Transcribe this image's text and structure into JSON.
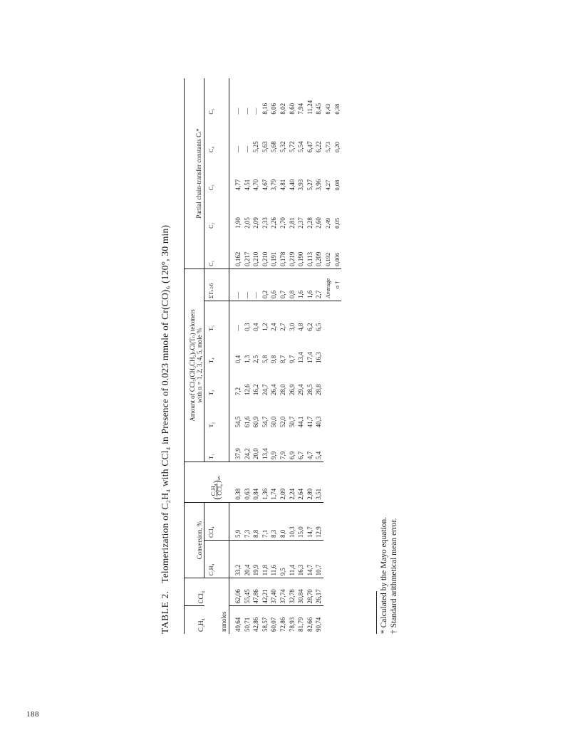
{
  "page_number": "188",
  "title": {
    "label": "TABLE 2.",
    "text": "Telomerization of C₂H₄ with CCl₄ in Presence of 0.023 mmole of Cr(CO)₆ (120°, 30 min)"
  },
  "headers": {
    "c2h4": "C₂H₄",
    "ccl4": "CCl₄",
    "mmoles": "mmoles",
    "conversion": "Conversion, %",
    "conv_c2h4": "C₂H₄",
    "conv_ccl4": "CCl₄",
    "ratio_num": "C₂H₄",
    "ratio_den": "CCl₄",
    "ratio_sub": "av",
    "telomers_line1": "Amount of CCl₃(CH₂CH₂)ₙCl(Tₙ) telomers",
    "telomers_line2": "with n = 1, 2, 3, 4, 5, mole %",
    "t1": "T₁",
    "t2": "T₂",
    "t3": "T₃",
    "t4": "T₄",
    "t5": "T₅",
    "sum": "ΣTₙ≥6",
    "partial": "Partial chain-transfer constants Cₜ*",
    "c1": "C₁",
    "c2": "C₂",
    "c3": "C₃",
    "c4": "C₄",
    "c5": "C₅"
  },
  "rows": [
    {
      "c2h4": "49,64",
      "ccl4": "62,06",
      "conv_c2h4": "33,2",
      "conv_ccl4": "5,9",
      "ratio": "0,38",
      "t1": "37,9",
      "t2": "54,5",
      "t3": "7,2",
      "t4": "0,4",
      "t5": "—",
      "sum": "—",
      "c1": "0,162",
      "c2": "1,90",
      "c3": "4,77",
      "c4": "—",
      "c5": "—"
    },
    {
      "c2h4": "50,71",
      "ccl4": "55,45",
      "conv_c2h4": "20,4",
      "conv_ccl4": "7,3",
      "ratio": "0,63",
      "t1": "24,2",
      "t2": "61,6",
      "t3": "12,6",
      "t4": "1,3",
      "t5": "0,3",
      "sum": "—",
      "c1": "0,217",
      "c2": "2,05",
      "c3": "4,51",
      "c4": "—",
      "c5": "—"
    },
    {
      "c2h4": "42,86",
      "ccl4": "47,86",
      "conv_c2h4": "19,9",
      "conv_ccl4": "8,8",
      "ratio": "0,84",
      "t1": "20,0",
      "t2": "60,9",
      "t3": "16,2",
      "t4": "2,5",
      "t5": "0,4",
      "sum": "—",
      "c1": "0,210",
      "c2": "2,09",
      "c3": "4,70",
      "c4": "5,25",
      "c5": "—"
    },
    {
      "c2h4": "58,57",
      "ccl4": "42,21",
      "conv_c2h4": "11,8",
      "conv_ccl4": "7,1",
      "ratio": "1,36",
      "t1": "13,4",
      "t2": "54,7",
      "t3": "24,7",
      "t4": "5,8",
      "t5": "1,2",
      "sum": "0,2",
      "c1": "0,210",
      "c2": "2,33",
      "c3": "4,67",
      "c4": "5,63",
      "c5": "8,16"
    },
    {
      "c2h4": "60,07",
      "ccl4": "37,40",
      "conv_c2h4": "11,6",
      "conv_ccl4": "8,3",
      "ratio": "1,74",
      "t1": "9,9",
      "t2": "50,0",
      "t3": "26,4",
      "t4": "9,8",
      "t5": "2,4",
      "sum": "0,6",
      "c1": "0,191",
      "c2": "2,26",
      "c3": "3,79",
      "c4": "5,68",
      "c5": "6,06"
    },
    {
      "c2h4": "72,86",
      "ccl4": "37,74",
      "conv_c2h4": "9,5",
      "conv_ccl4": "8,0",
      "ratio": "2,09",
      "t1": "7,9",
      "t2": "52,0",
      "t3": "28,0",
      "t4": "8,7",
      "t5": "2,7",
      "sum": "0,7",
      "c1": "0,178",
      "c2": "2,70",
      "c3": "4,81",
      "c4": "5,32",
      "c5": "8,02"
    },
    {
      "c2h4": "78,93",
      "ccl4": "32,78",
      "conv_c2h4": "11,4",
      "conv_ccl4": "10,3",
      "ratio": "2,24",
      "t1": "6,9",
      "t2": "50,7",
      "t3": "26,9",
      "t4": "9,7",
      "t5": "3,0",
      "sum": "0,8",
      "c1": "0,219",
      "c2": "2,81",
      "c3": "4,40",
      "c4": "5,72",
      "c5": "8,60"
    },
    {
      "c2h4": "81,79",
      "ccl4": "30,84",
      "conv_c2h4": "16,3",
      "conv_ccl4": "15,0",
      "ratio": "2,64",
      "t1": "6,7",
      "t2": "44,1",
      "t3": "29,4",
      "t4": "13,4",
      "t5": "4,8",
      "sum": "1,6",
      "c1": "0,190",
      "c2": "2,37",
      "c3": "3,93",
      "c4": "5,54",
      "c5": "7,94"
    },
    {
      "c2h4": "82,66",
      "ccl4": "28,70",
      "conv_c2h4": "14,7",
      "conv_ccl4": "14,7",
      "ratio": "2,89",
      "t1": "4,7",
      "t2": "41,7",
      "t3": "28,5",
      "t4": "17,4",
      "t5": "6,2",
      "sum": "1,6",
      "c1": "0,113",
      "c2": "2,28",
      "c3": "5,27",
      "c4": "6,47",
      "c5": "11,24"
    },
    {
      "c2h4": "90,74",
      "ccl4": "26,17",
      "conv_c2h4": "10,7",
      "conv_ccl4": "12,9",
      "ratio": "3,51",
      "t1": "5,4",
      "t2": "40,3",
      "t3": "28,8",
      "t4": "16,3",
      "t5": "6,5",
      "sum": "2,7",
      "c1": "0,209",
      "c2": "2,60",
      "c3": "3,96",
      "c4": "6,22",
      "c5": "8,45"
    }
  ],
  "summary": {
    "average_label": "Average",
    "sigma_label": "σ †",
    "average": {
      "c1": "0,192",
      "c2": "2,49",
      "c3": "4,27",
      "c4": "5,73",
      "c5": "8,43"
    },
    "sigma": {
      "c1": "0,006",
      "c2": "0,05",
      "c3": "0,08",
      "c4": "0,20",
      "c5": "0,38"
    }
  },
  "footnotes": [
    "* Calculated by the Mayo equation.",
    "† Standard arithmetical mean error."
  ]
}
